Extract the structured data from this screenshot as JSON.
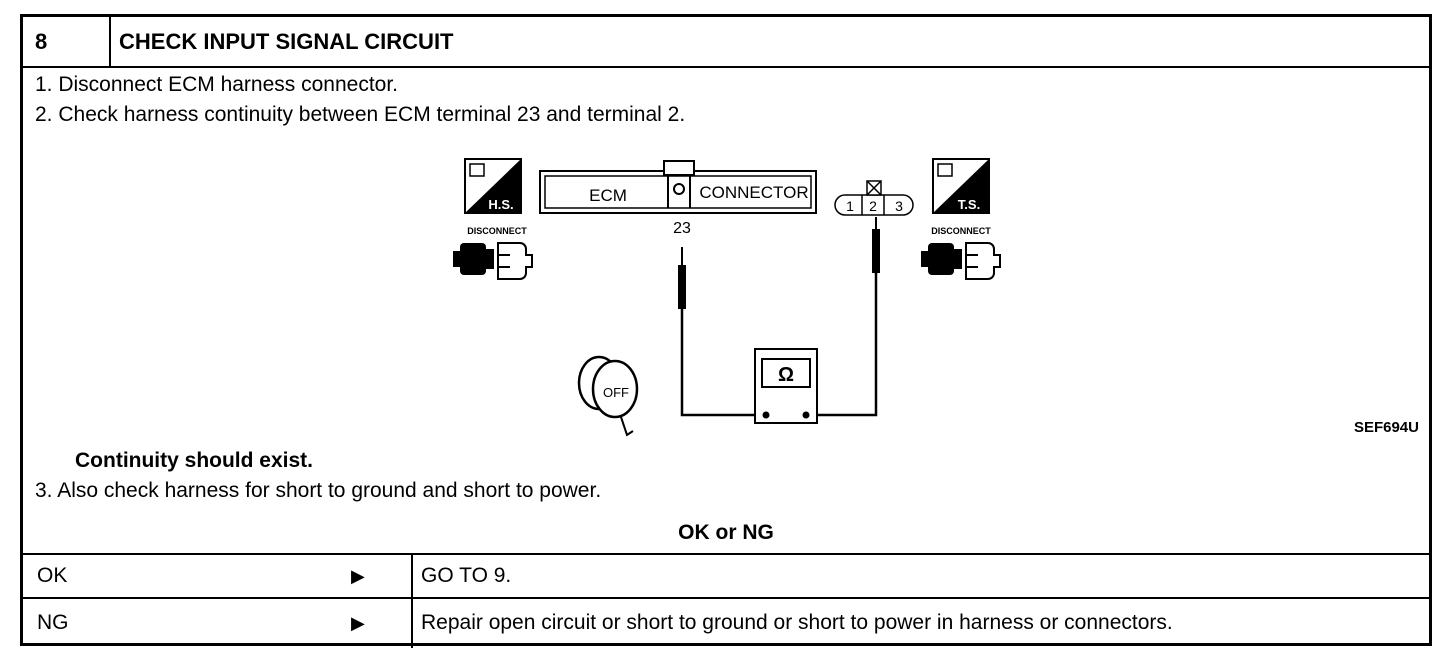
{
  "header": {
    "number": "8",
    "title": "CHECK INPUT SIGNAL CIRCUIT"
  },
  "steps": [
    "1. Disconnect ECM harness connector.",
    "2. Check harness continuity between ECM terminal 23 and terminal 2.",
    "3. Also check harness for short to ground and short to power."
  ],
  "note": "Continuity should exist.",
  "diagram": {
    "ecm_label": "ECM",
    "connector_label": "CONNECTOR",
    "ecm_terminal": "23",
    "left_badge": "H.S.",
    "right_badge": "T.S.",
    "disconnect_left": "DISCONNECT",
    "disconnect_right": "DISCONNECT",
    "pins": [
      "1",
      "2",
      "3"
    ],
    "meter_symbol": "Ω",
    "ignition": "OFF",
    "figure_code": "SEF694U"
  },
  "result_heading": "OK or NG",
  "results": [
    {
      "status": "OK",
      "arrow": "▶",
      "action": "GO TO 9."
    },
    {
      "status": "NG",
      "arrow": "▶",
      "action": "Repair open circuit or short to ground or short to power in harness or connectors."
    }
  ]
}
